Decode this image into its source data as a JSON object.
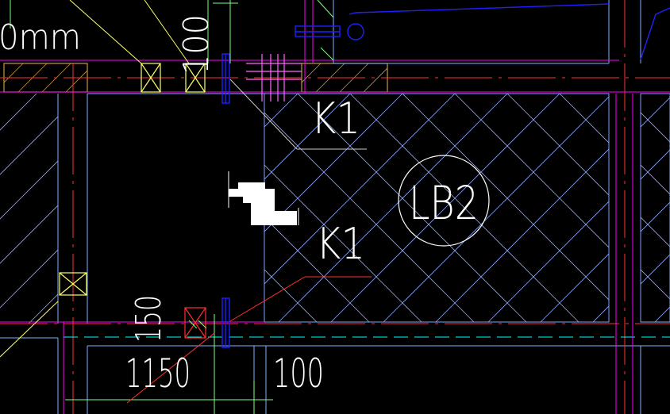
{
  "labels": {
    "dim_mm_fragment": "0mm",
    "dim_top_vertical": "100",
    "dim_left_vertical": "150",
    "dim_bottom_1": "1150",
    "dim_bottom_2": "100",
    "beam_label_top": "K1",
    "beam_label_mid": "K1",
    "slab_tag": "LB2"
  },
  "colors": {
    "background": "#000000",
    "axis_red": "#ff3030",
    "axis_magenta": "#ff00ff",
    "wall_cyan": "#7fb2ff",
    "hatch_blue": "#8fa8ff",
    "column_yellow": "#ffff66",
    "leader_green": "#7fff7f",
    "tick_magenta": "#ff66ff",
    "slab_outline": "#7f9fff",
    "text_white": "#ffffff",
    "blue_line": "#2020ff",
    "orange_hatch": "#c89640"
  }
}
